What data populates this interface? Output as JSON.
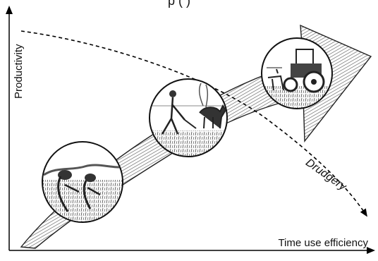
{
  "diagram": {
    "top_fragment": "p (   )",
    "y_axis_label": "Productivity",
    "x_axis_label": "Time use efficiency",
    "drudgery_label": "Drudgery"
  },
  "illustrations": [
    {
      "name": "hand-tools-stage"
    },
    {
      "name": "animal-traction-stage"
    },
    {
      "name": "tractor-stage"
    }
  ]
}
